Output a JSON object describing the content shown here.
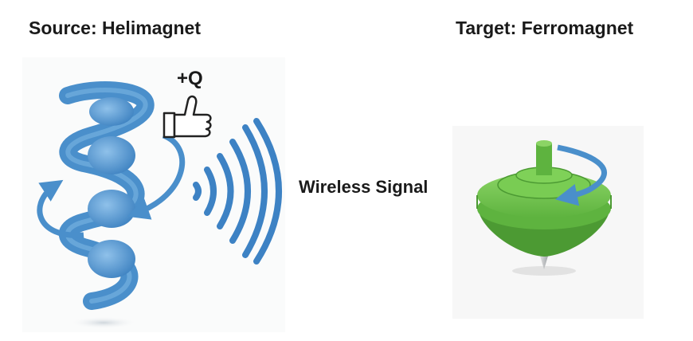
{
  "source": {
    "heading": "Source: Helimagnet",
    "charge": "+Q"
  },
  "target": {
    "heading": "Target: Ferromagnet"
  },
  "signal": {
    "label": "Wireless Signal"
  },
  "colors": {
    "helix": "#4a8fcb",
    "helix_dark": "#2f6fae",
    "arrow": "#4a8fcb",
    "waves": "#3d82c4",
    "top_body": "#6cc24a",
    "top_dark": "#4c9a33",
    "spike": "#b9bcbf"
  },
  "icons": [
    "helix-icon",
    "thumbs-up-icon",
    "rotation-arrow-icon",
    "wave-icon",
    "spinning-top-icon"
  ]
}
